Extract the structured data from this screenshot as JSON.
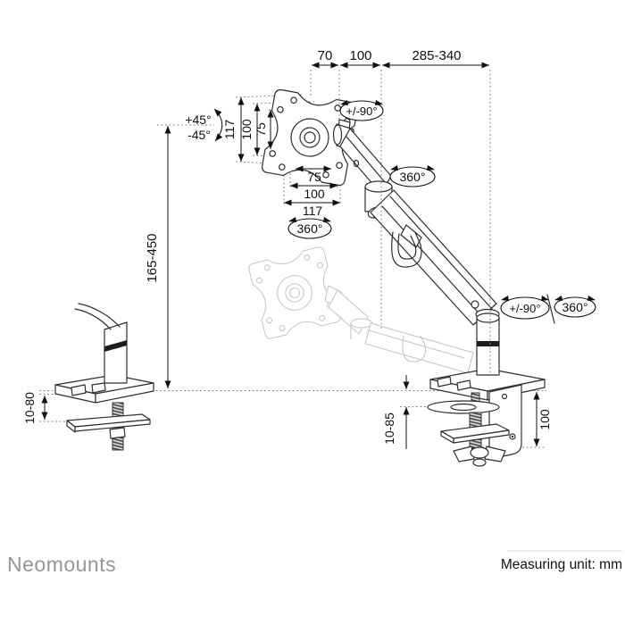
{
  "footer": {
    "brand": "Neomounts",
    "unit_label": "Measuring unit: mm"
  },
  "dimensions": {
    "arm_front_extension": "70",
    "arm_mid_extension": "100",
    "arm_reach": "285-340",
    "vesa_plate_height": "117",
    "vesa_vertical_100": "100",
    "vesa_vertical_75": "75",
    "vesa_horizontal_75": "75",
    "vesa_horizontal_100": "100",
    "vesa_plate_width": "117",
    "height_adjustment": "165-450",
    "grommet_desk_thickness": "10-80",
    "clamp_desk_thickness": "10-85",
    "clamp_height": "100"
  },
  "rotation_labels": {
    "tilt_up": "+45°",
    "tilt_down": "-45°",
    "vesa_pivot": "+/-90°",
    "arm_swivel": "360°",
    "vesa_rotation": "360°",
    "base_tilt": "+/-90°",
    "base_swivel": "360°"
  },
  "colors": {
    "drawing_stroke": "#2e2e2e",
    "ghost_stroke": "#c6c6c6",
    "dimension_stroke": "#111111",
    "brand_gray": "#969696"
  }
}
